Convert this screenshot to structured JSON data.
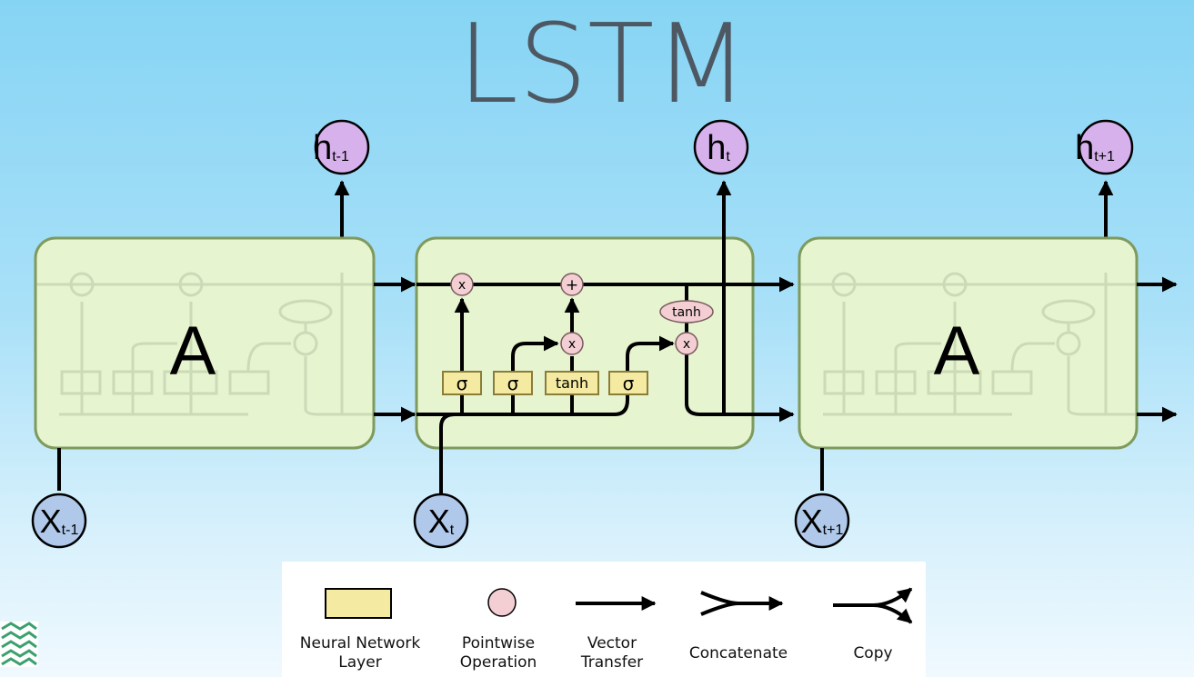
{
  "title": "LSTM",
  "cells": {
    "left_label": "A",
    "right_label": "A",
    "gate_sigma": "σ",
    "gate_tanh": "tanh",
    "op_mult": "x",
    "op_add": "+",
    "op_tanh": "tanh"
  },
  "nodes": {
    "h_prev": {
      "base": "h",
      "sub": "t-1"
    },
    "h_curr": {
      "base": "h",
      "sub": "t"
    },
    "h_next": {
      "base": "h",
      "sub": "t+1"
    },
    "x_prev": {
      "base": "X",
      "sub": "t-1"
    },
    "x_curr": {
      "base": "X",
      "sub": "t"
    },
    "x_next": {
      "base": "X",
      "sub": "t+1"
    }
  },
  "legend": {
    "neural_network_layer": "Neural Network\nLayer",
    "pointwise_operation": "Pointwise\nOperation",
    "vector_transfer": "Vector\nTransfer",
    "concatenate": "Concatenate",
    "copy": "Copy"
  },
  "colors": {
    "cell_fill": "#e6f4cf",
    "cell_stroke": "#7f9a5d",
    "h_node": "#d7b1ec",
    "x_node": "#b0c9ea",
    "layer_box": "#f5eaa2",
    "pointwise": "#f3cfd4",
    "title": "#4d5863"
  }
}
